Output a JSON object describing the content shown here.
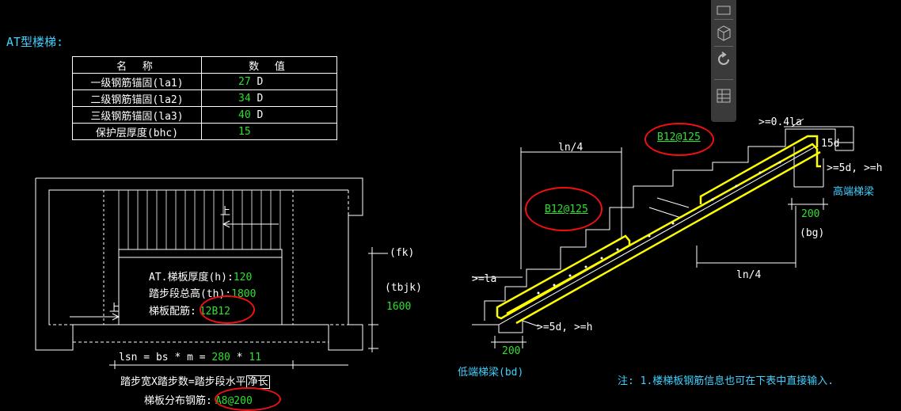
{
  "title": "AT型楼梯:",
  "table": {
    "headers": [
      "名 称",
      "数 值"
    ],
    "rows": [
      {
        "name": "一级钢筋锚固(la1)",
        "value": "27",
        "unit": "D"
      },
      {
        "name": "二级钢筋锚固(la2)",
        "value": "34",
        "unit": "D"
      },
      {
        "name": "三级钢筋锚固(la3)",
        "value": "40",
        "unit": "D"
      },
      {
        "name": "保护层厚度(bhc)",
        "value": "15",
        "unit": ""
      }
    ]
  },
  "plan": {
    "up_label": "上",
    "up_label_2": "上",
    "thickness_label": "AT.梯板厚度(h):",
    "thickness_value": "120",
    "total_height_label": "踏步段总高(th):",
    "total_height_value": "1800",
    "rebar_label": "梯板配筋:",
    "rebar_value": "12B12",
    "fk_label": "(fk)",
    "tbjk_label": "(tbjk)",
    "tbjk_value": "1600",
    "lsn_prefix": "lsn = bs * m = ",
    "bs_value": "280",
    "mult": " * ",
    "m_value": "11",
    "formula_main": "踏步宽X踏步数=踏步段水平",
    "formula_boxed": "净长",
    "dist_rebar_label": "梯板分布钢筋:",
    "dist_rebar_value": "A8@200"
  },
  "section": {
    "top_rebar": "B12@125",
    "bottom_rebar": "B12@125",
    "ln4_top": "ln/4",
    "ln4_bottom": "ln/4",
    "anchor_top": ">=0.4la",
    "hook_15d": "15d",
    "anchor_5d_top": ">=5d, >=h",
    "high_beam": "高端梯梁",
    "bg_value": "200",
    "bg_label": "(bg)",
    "anchor_la": ">=la",
    "anchor_5d_bottom": ">=5d, >=h",
    "bd_value": "200",
    "low_beam": "低端梯梁(bd)"
  },
  "note": "注: 1.楼梯板钢筋信息也可在下表中直接输入.",
  "toolbar": {
    "icons": [
      "pan-icon",
      "cube-icon",
      "orbit-icon",
      "grid-icon"
    ]
  },
  "colors": {
    "background": "#000000",
    "label": "#3fd0ff",
    "value": "#2ee02e",
    "rebar": "#ffff00",
    "highlight": "#e11111"
  }
}
